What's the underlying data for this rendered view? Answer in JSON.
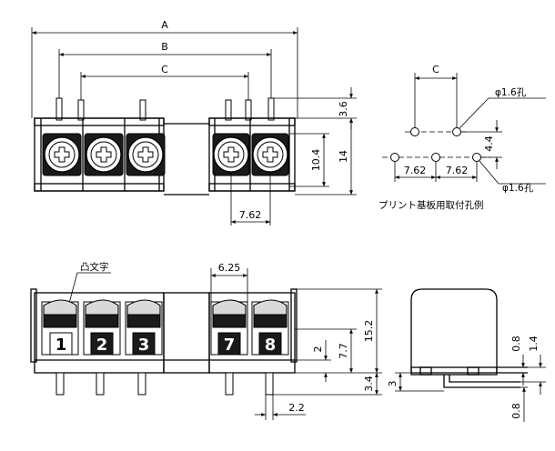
{
  "top_view": {
    "dim_A": "A",
    "dim_B": "B",
    "dim_C": "C",
    "dim_pitch": "7.62",
    "dim_3_6": "3.6",
    "dim_10_4": "10.4",
    "dim_14": "14"
  },
  "pcb_layout": {
    "dim_C": "C",
    "hole_label_top": "φ1.6孔",
    "hole_label_bottom": "φ1.6孔",
    "dim_4_4": "4.4",
    "pitch_left": "7.62",
    "pitch_right": "7.62",
    "caption": "プリント基板用取付孔例"
  },
  "front_view": {
    "emboss_note": "凸文字",
    "dim_6_25": "6.25",
    "terminal_numbers": [
      "1",
      "2",
      "3",
      "7",
      "8"
    ],
    "dim_2": "2",
    "dim_7_7": "7.7",
    "dim_15_2": "15.2",
    "dim_3_4": "3.4",
    "dim_2_2": "2.2"
  },
  "side_view": {
    "dim_3": "3",
    "dim_0_8_top": "0.8",
    "dim_1_4": "1.4",
    "dim_0_8_bottom": "0.8"
  }
}
